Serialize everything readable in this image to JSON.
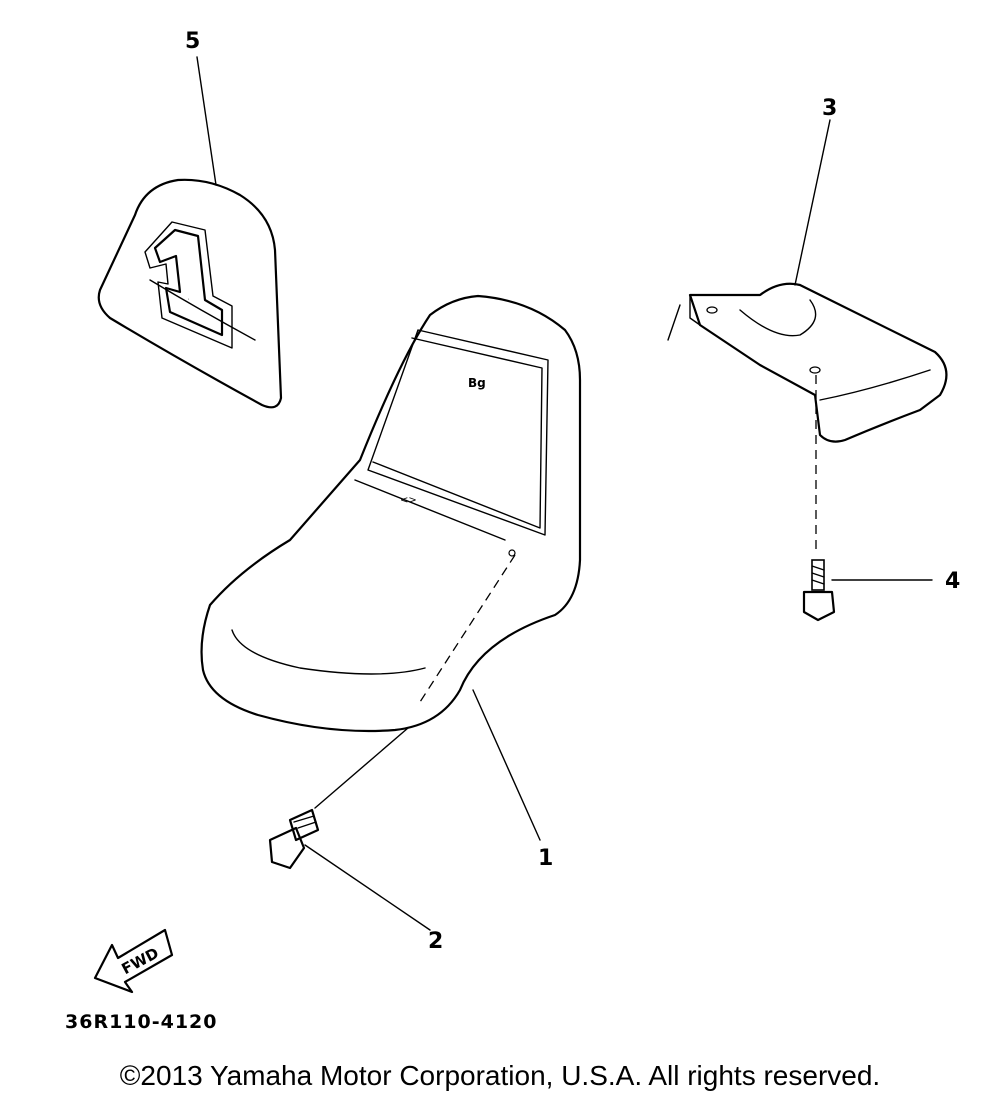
{
  "diagram": {
    "callouts": [
      "1",
      "2",
      "3",
      "4",
      "5"
    ],
    "seat_badge_number": "1",
    "seat_small_label": "Bg",
    "fwd_label": "FWD",
    "diagram_code": "36R110-4120"
  },
  "footer": {
    "copyright": "©2013 Yamaha Motor Corporation, U.S.A. All rights reserved."
  }
}
